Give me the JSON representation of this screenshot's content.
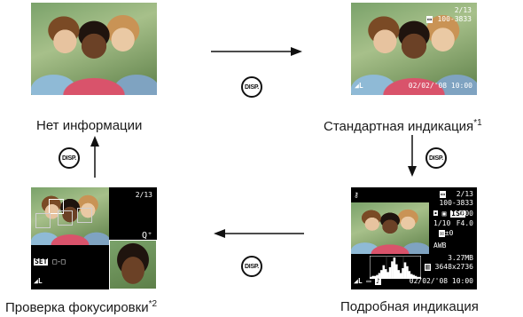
{
  "captions": {
    "no_info": "Нет информации",
    "standard": "Стандартная индикация",
    "standard_note": "*1",
    "detailed": "Подробная индикация",
    "focus_check": "Проверка фокусировки",
    "focus_note": "*2"
  },
  "disp_button": "DISP.",
  "standard_osd": {
    "counter": "2/13",
    "folder": "100-3833",
    "datetime": "02/02/'08  10:00"
  },
  "detailed_osd": {
    "counter": "2/13",
    "folder": "100-3833",
    "iso": "200",
    "shutter": "1/10",
    "aperture": "F4.0",
    "exposure": "±0",
    "filesize": "3.27MB",
    "resolution": "3648x2736",
    "datetime": "02/02/'08  10:00",
    "histogram": [
      2,
      3,
      3,
      4,
      6,
      9,
      14,
      10,
      7,
      12,
      18,
      22,
      15,
      9,
      6,
      11,
      17,
      13,
      8,
      5,
      4,
      3,
      2,
      2
    ]
  },
  "focus_osd": {
    "counter": "2/13",
    "set_label": "SET",
    "set_value": "□-□"
  },
  "icons": [
    "recording-mode-icon",
    "protect-icon",
    "zoom-icon",
    "battery-icon",
    "camera-icon",
    "metering-icon",
    "white-balance-icon",
    "compression-icon",
    "sound-icon"
  ]
}
